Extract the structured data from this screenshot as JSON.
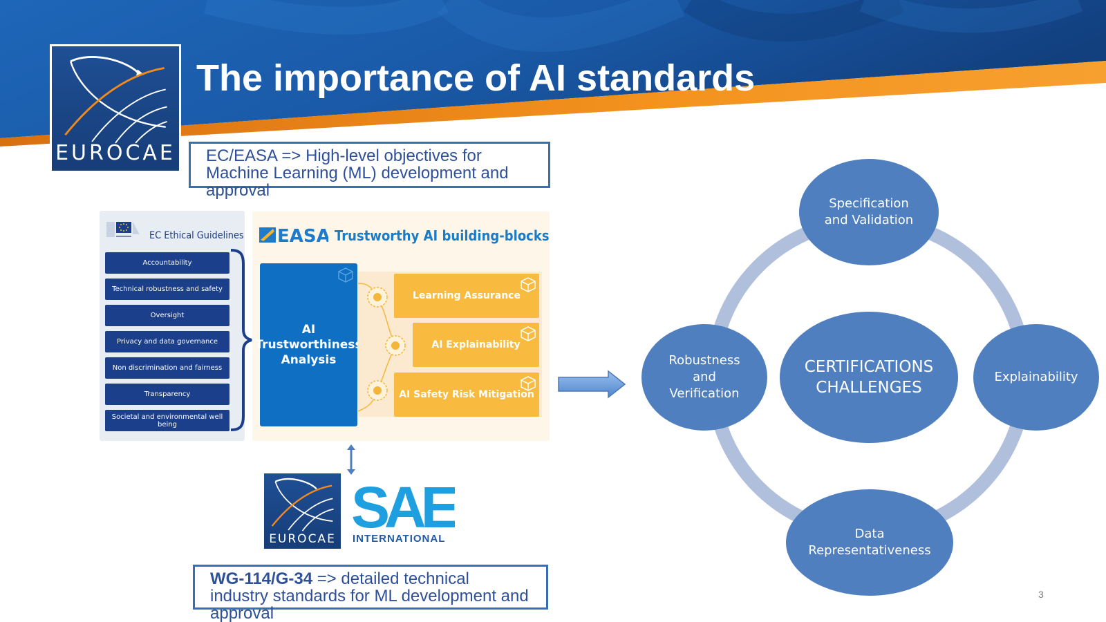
{
  "slide": {
    "title": "The importance of AI standards",
    "page_number": "3"
  },
  "logo": {
    "eurocae_text": "EUROCAE"
  },
  "callouts": {
    "top": "EC/EASA => High-level objectives for Machine Learning (ML) development and approval",
    "bottom_bold": "WG-114/G-34",
    "bottom_rest": " => detailed technical industry standards for ML development and approval"
  },
  "ec_guidelines": {
    "title": "EC Ethical Guidelines",
    "items": [
      "Accountability",
      "Technical robustness and safety",
      "Oversight",
      "Privacy and data governance",
      "Non discrimination and fairness",
      "Transparency",
      "Societal and environmental well being"
    ]
  },
  "easa": {
    "logo_text": "EASA",
    "heading": "Trustworthy AI building-blocks",
    "analysis_label": "AI\nTrustworthiness\nAnalysis",
    "blocks": [
      "Learning Assurance",
      "AI Explainability",
      "AI Safety Risk Mitigation"
    ]
  },
  "partners": {
    "eurocae_text": "EUROCAE",
    "sae_text": "SAE",
    "sae_subtext": "INTERNATIONAL"
  },
  "cycle": {
    "center": "CERTIFICATIONS\nCHALLENGES",
    "nodes": {
      "spec": "Specification\nand Validation",
      "robust": "Robustness\nand\nVerification",
      "explain": "Explainability",
      "data": "Data\nRepresentativeness"
    }
  },
  "colors": {
    "banner_blue": "#1d5aa8",
    "banner_orange": "#f08a1c",
    "callout_border": "#3b6cb6",
    "node_blue": "#4f7fbf",
    "ring_blue": "#b0c0dc",
    "easa_blue": "#0f6fc2",
    "block_orange": "#f8bb3f",
    "ec_item_navy": "#1b3f8b"
  }
}
